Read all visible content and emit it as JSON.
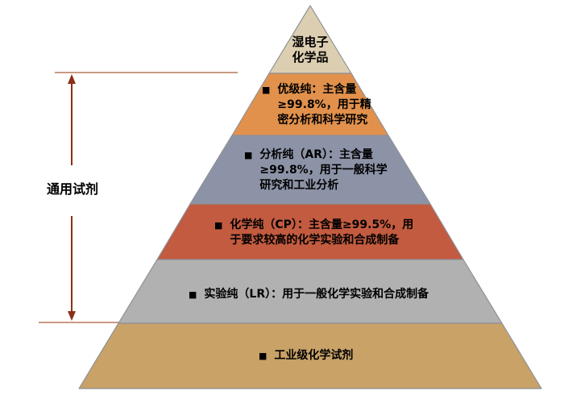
{
  "pyramid": {
    "bullet": "■",
    "side_label": "通用试剂",
    "apex_label": "湿电子\n化学品",
    "levels": [
      {
        "color": "#dccfb1",
        "text": "湿电子\n化学品"
      },
      {
        "color": "#e1914c",
        "text": "优级纯：主含量\n≥99.8%，用于精\n密分析和科学研究"
      },
      {
        "color": "#8d93a7",
        "text": "分析纯（AR）：主含量\n≥99.8%，用于一般科学\n研究和工业分析"
      },
      {
        "color": "#c25b40",
        "text": "化学纯（CP）：主含量≥99.5%，用\n于要求较高的化学实验和合成制备"
      },
      {
        "color": "#b1b1b1",
        "text": "实验纯（LR）：用于一般化学实验和合成制备"
      },
      {
        "color": "#c8a267",
        "text": "工业级化学试剂"
      }
    ],
    "colors": {
      "outline": "#8e9097",
      "arrow": "#8c2f17",
      "guide_line": "#b5795a",
      "text": "#000000"
    }
  }
}
